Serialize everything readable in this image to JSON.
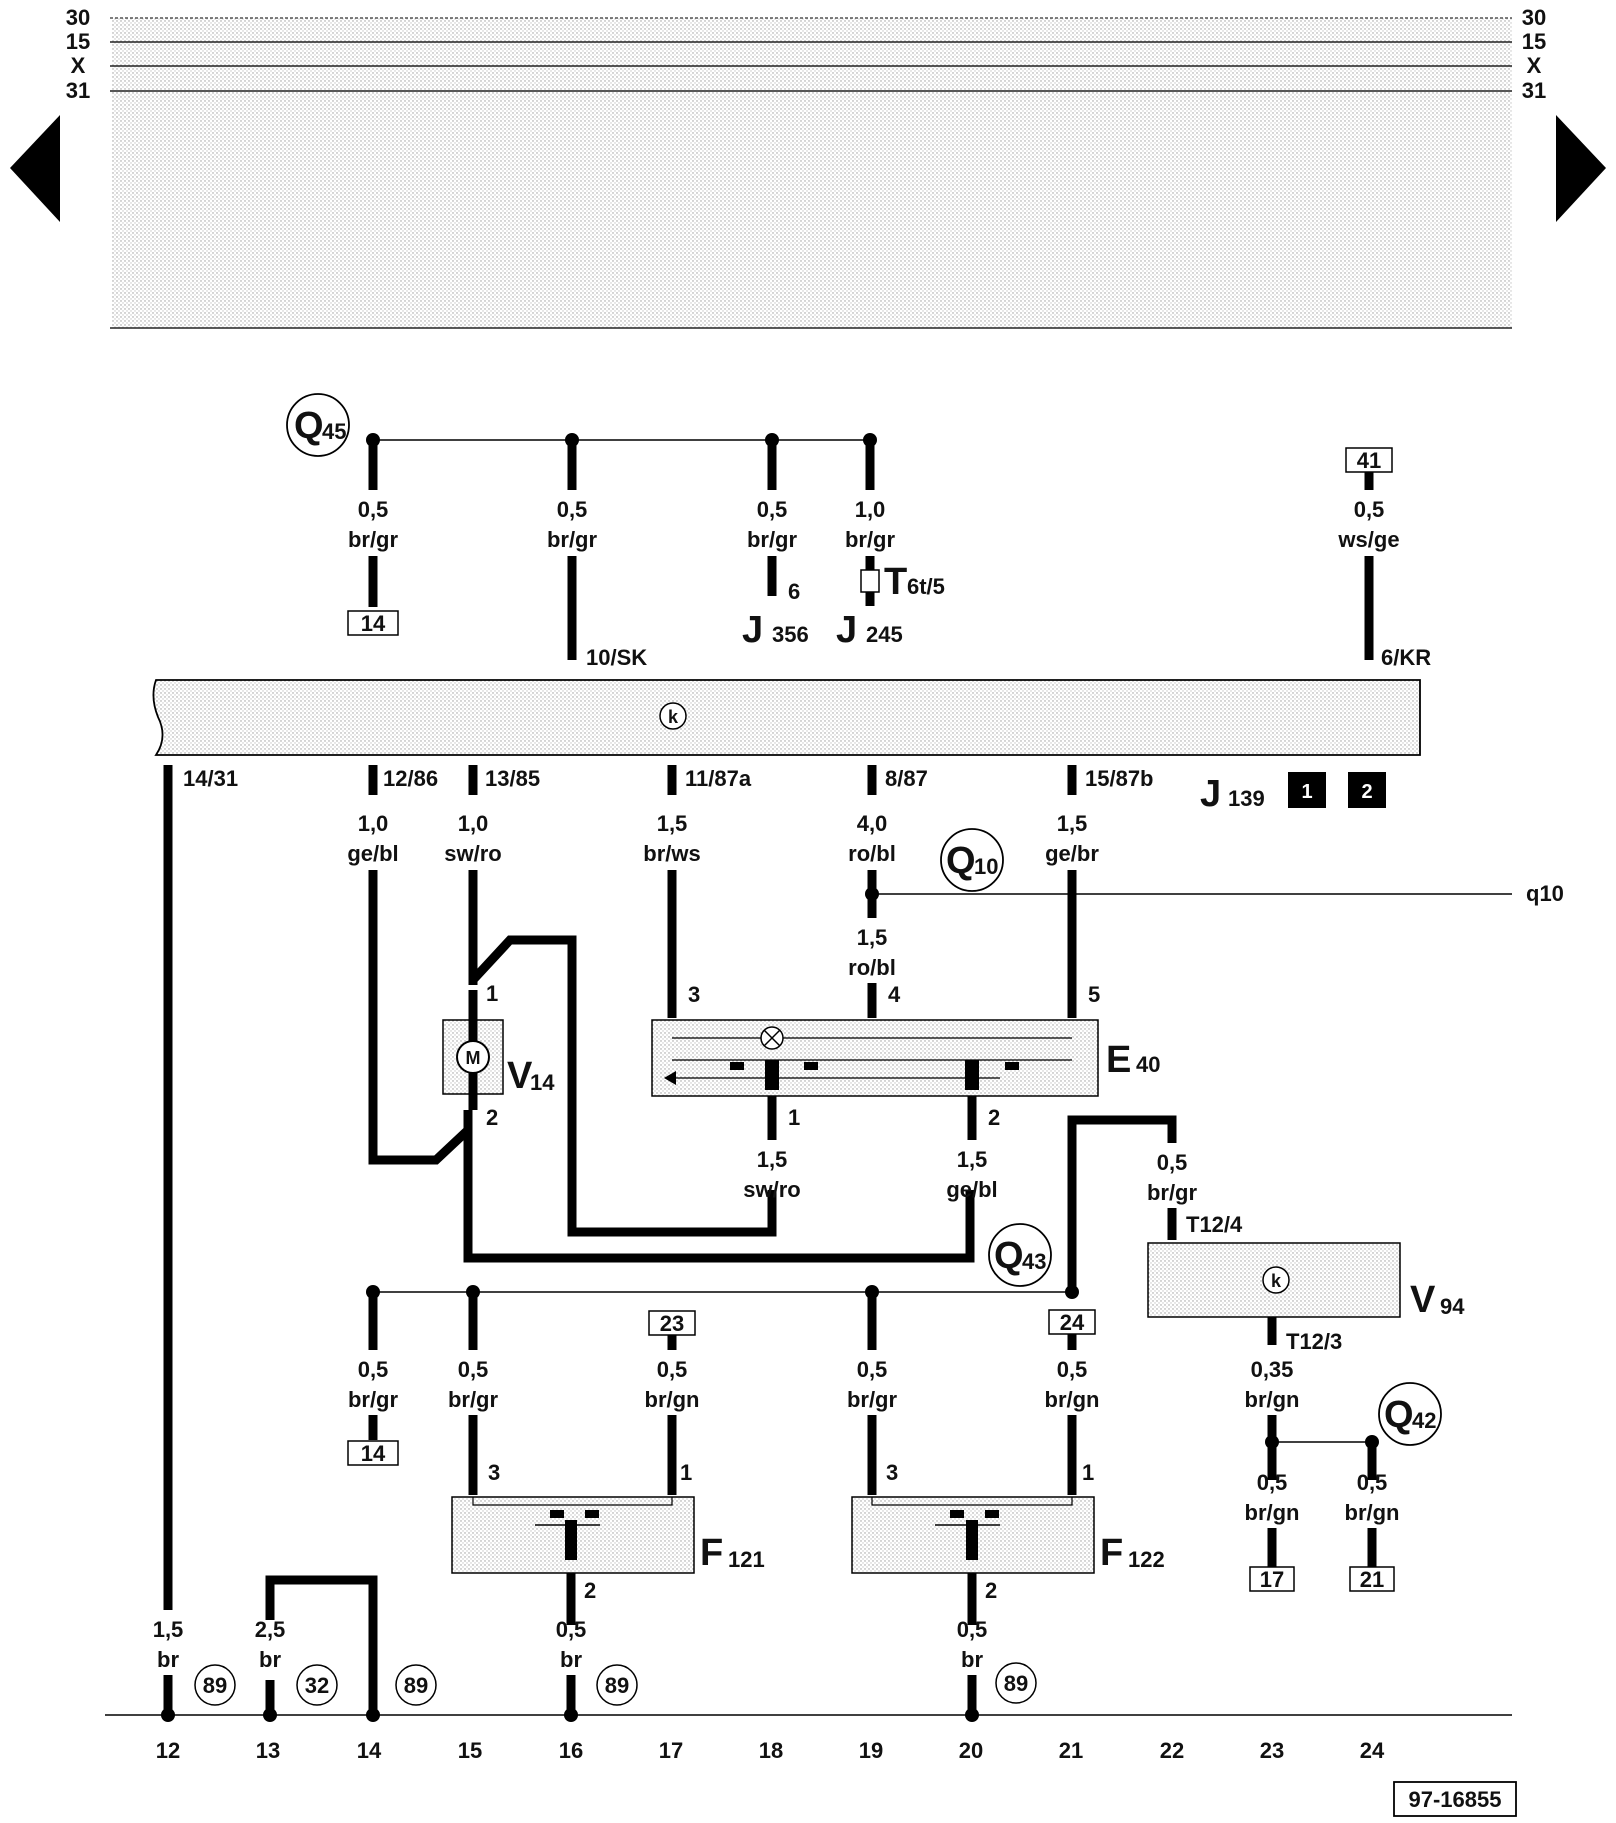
{
  "diagram_id": "97-16855",
  "rails": [
    {
      "left": "30",
      "right": "30"
    },
    {
      "left": "15",
      "right": "15"
    },
    {
      "left": "X",
      "right": "X"
    },
    {
      "left": "31",
      "right": "31"
    }
  ],
  "tracks": [
    "12",
    "13",
    "14",
    "15",
    "16",
    "17",
    "18",
    "19",
    "20",
    "21",
    "22",
    "23",
    "24"
  ],
  "components": {
    "q45": {
      "letter": "Q",
      "num": "45"
    },
    "q10": {
      "letter": "Q",
      "num": "10"
    },
    "q43": {
      "letter": "Q",
      "num": "43"
    },
    "q42": {
      "letter": "Q",
      "num": "42"
    },
    "j139": {
      "letter": "J",
      "num": "139",
      "box1": "1",
      "box2": "2"
    },
    "j356": {
      "letter": "J",
      "num": "356"
    },
    "j245": {
      "letter": "J",
      "num": "245"
    },
    "t6t5": {
      "letter": "T",
      "num": "6t/5"
    },
    "v14": {
      "letter": "V",
      "num": "14",
      "symbol": "M"
    },
    "e40": {
      "letter": "E",
      "num": "40"
    },
    "v94": {
      "letter": "V",
      "num": "94"
    },
    "f121": {
      "letter": "F",
      "num": "121"
    },
    "f122": {
      "letter": "F",
      "num": "122"
    },
    "q10_ref": "q10"
  },
  "pins": {
    "j139_10sk": "10/SK",
    "j139_6kr": "6/KR",
    "j139_14_31": "14/31",
    "j139_12_86": "12/86",
    "j139_13_85": "13/85",
    "j139_11_87a": "11/87a",
    "j139_8_87": "8/87",
    "j139_15_87b": "15/87b",
    "j356_6": "6",
    "v14_1": "1",
    "v14_2": "2",
    "e40_3": "3",
    "e40_4": "4",
    "e40_5": "5",
    "e40_1": "1",
    "e40_2": "2",
    "v94_t12_4": "T12/4",
    "v94_t12_3": "T12/3",
    "f121_3": "3",
    "f121_1": "1",
    "f121_2": "2",
    "f122_3": "3",
    "f122_1": "1",
    "f122_2": "2"
  },
  "refs": {
    "r14a": "14",
    "r41": "41",
    "r23": "23",
    "r24": "24",
    "r14b": "14",
    "r17": "17",
    "r21": "21"
  },
  "ground_circles": [
    "89",
    "32",
    "89",
    "89",
    "89"
  ],
  "wires": {
    "w1": {
      "size": "0,5",
      "color": "br/gr"
    },
    "w2": {
      "size": "0,5",
      "color": "br/gr"
    },
    "w3": {
      "size": "0,5",
      "color": "br/gr"
    },
    "w4": {
      "size": "1,0",
      "color": "br/gr"
    },
    "w5": {
      "size": "0,5",
      "color": "ws/ge"
    },
    "w6": {
      "size": "1,0",
      "color": "ge/bl"
    },
    "w7": {
      "size": "1,0",
      "color": "sw/ro"
    },
    "w8": {
      "size": "1,5",
      "color": "br/ws"
    },
    "w9": {
      "size": "4,0",
      "color": "ro/bl"
    },
    "w10": {
      "size": "1,5",
      "color": "ge/br"
    },
    "w11": {
      "size": "1,5",
      "color": "ro/bl"
    },
    "w12": {
      "size": "1,5",
      "color": "sw/ro"
    },
    "w13": {
      "size": "1,5",
      "color": "ge/bl"
    },
    "w14": {
      "size": "0,5",
      "color": "br/gr"
    },
    "w15": {
      "size": "0,5",
      "color": "br/gr"
    },
    "w16": {
      "size": "0,5",
      "color": "br/gr"
    },
    "w17": {
      "size": "0,5",
      "color": "br/gn"
    },
    "w18": {
      "size": "0,5",
      "color": "br/gr"
    },
    "w19": {
      "size": "0,5",
      "color": "br/gn"
    },
    "w20": {
      "size": "0,35",
      "color": "br/gn"
    },
    "w21": {
      "size": "0,5",
      "color": "br/gn"
    },
    "w22": {
      "size": "0,5",
      "color": "br/gn"
    },
    "w23": {
      "size": "1,5",
      "color": "br"
    },
    "w24": {
      "size": "2,5",
      "color": "br"
    },
    "w25": {
      "size": "0,5",
      "color": "br"
    },
    "w26": {
      "size": "0,5",
      "color": "br"
    }
  }
}
